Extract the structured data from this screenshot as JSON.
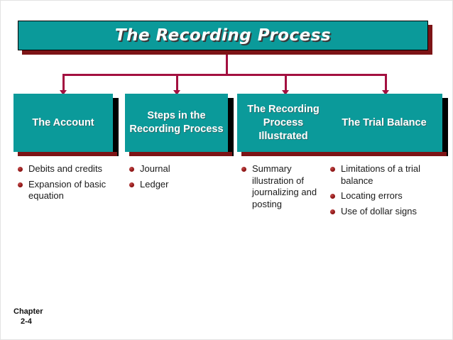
{
  "slide": {
    "title": "The Recording Process",
    "accent_teal": "#0b9a9a",
    "accent_maroon": "#7d1416",
    "connector_color": "#a31040",
    "bullet_color": "#8e1515"
  },
  "columns": [
    {
      "heading": "The Account",
      "bullets": [
        "Debits and credits",
        "Expansion of basic equation"
      ]
    },
    {
      "heading": "Steps in the Recording Process",
      "bullets": [
        "Journal",
        "Ledger"
      ]
    },
    {
      "heading": "The Recording Process Illustrated",
      "bullets": [
        "Summary illustration of journalizing and posting"
      ]
    },
    {
      "heading": "The Trial Balance",
      "bullets": [
        "Limitations of a trial balance",
        "Locating errors",
        "Use of dollar signs"
      ]
    }
  ],
  "footer": {
    "label": "Chapter",
    "number": "2-4"
  }
}
